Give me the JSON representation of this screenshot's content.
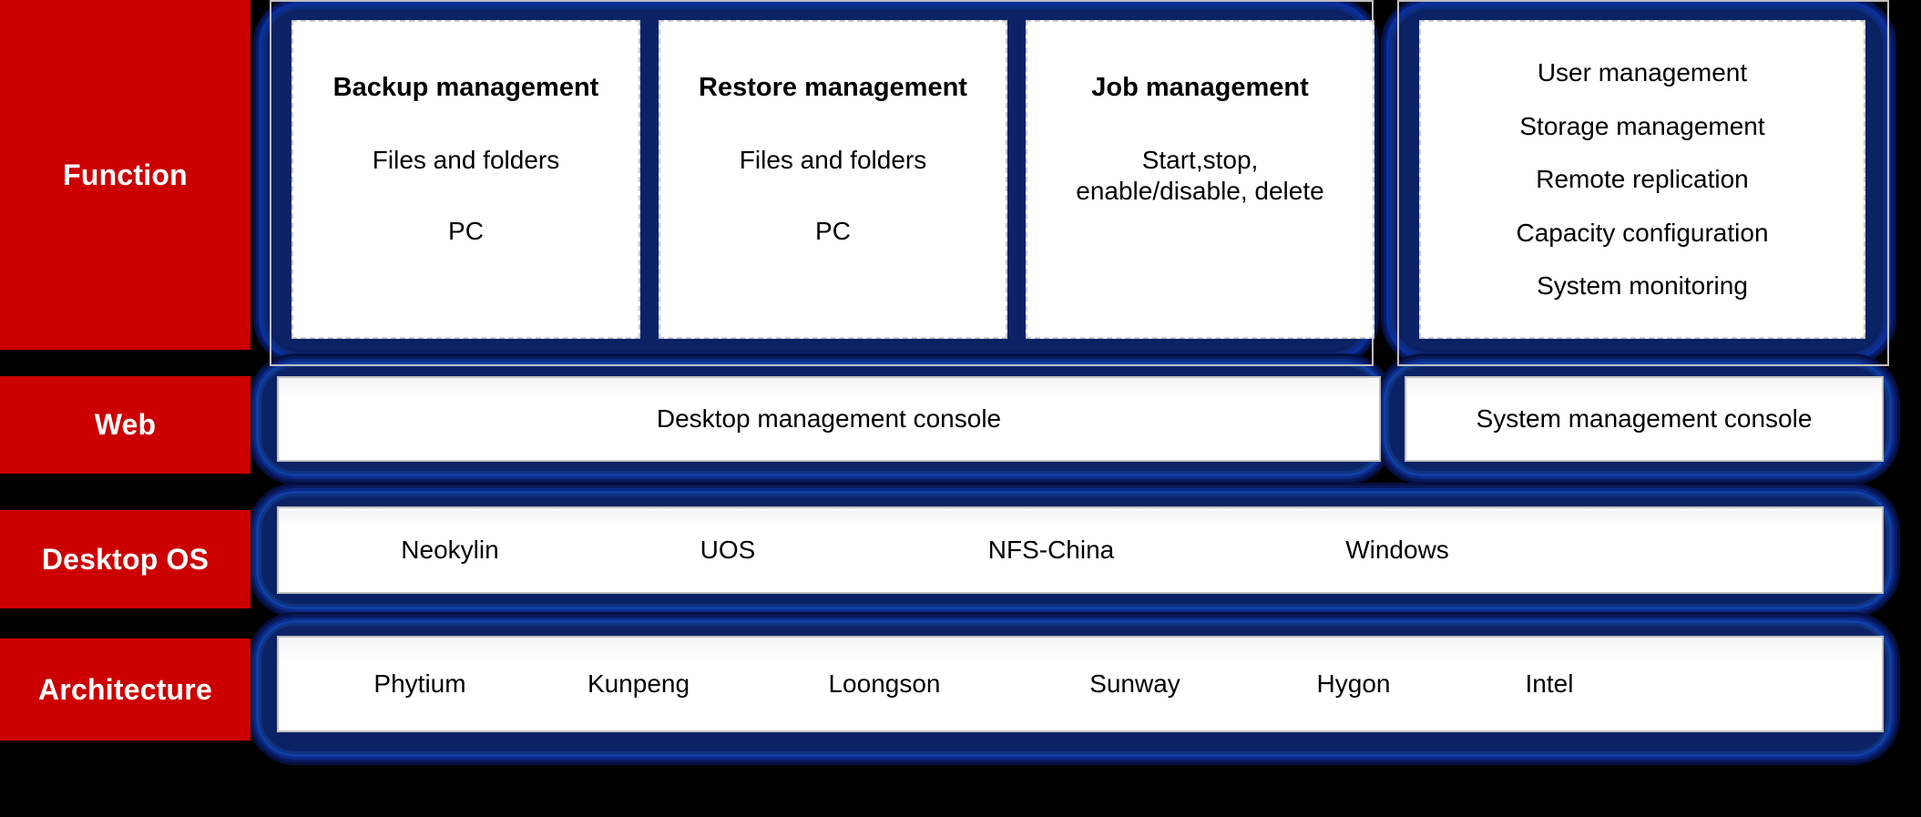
{
  "layers": [
    {
      "key": "function",
      "label": "Function"
    },
    {
      "key": "web",
      "label": "Web"
    },
    {
      "key": "desktop_os",
      "label": "Desktop OS"
    },
    {
      "key": "architecture",
      "label": "Architecture"
    }
  ],
  "function_row": {
    "cards": [
      {
        "title": "Backup management",
        "line1": "Files and folders",
        "line2": "PC"
      },
      {
        "title": "Restore management",
        "line1": "Files and folders",
        "line2": "PC"
      },
      {
        "title": "Job management",
        "line1": "Start,stop,",
        "line2": "enable/disable, delete"
      }
    ],
    "system_card": {
      "items": [
        "User management",
        "Storage management",
        "Remote replication",
        "Capacity configuration",
        "System monitoring"
      ]
    }
  },
  "web_row": {
    "desktop_console": "Desktop management console",
    "system_console": "System management console"
  },
  "desktop_os_row": {
    "items": [
      "Neokylin",
      "UOS",
      "NFS-China",
      "Windows"
    ]
  },
  "architecture_row": {
    "items": [
      "Phytium",
      "Kunpeng",
      "Loongson",
      "Sunway",
      "Hygon",
      "Intel"
    ]
  },
  "colors": {
    "label_background": "#CC0000",
    "label_text": "#FFFFFF",
    "container_blue": "#0B2265",
    "glow_blue": "#0A2FA0",
    "panel_white": "#FFFFFF",
    "panel_border": "#BFBFBF",
    "card_border_dashed": "#C8C8C8",
    "background": "#000000",
    "text": "#000000"
  }
}
